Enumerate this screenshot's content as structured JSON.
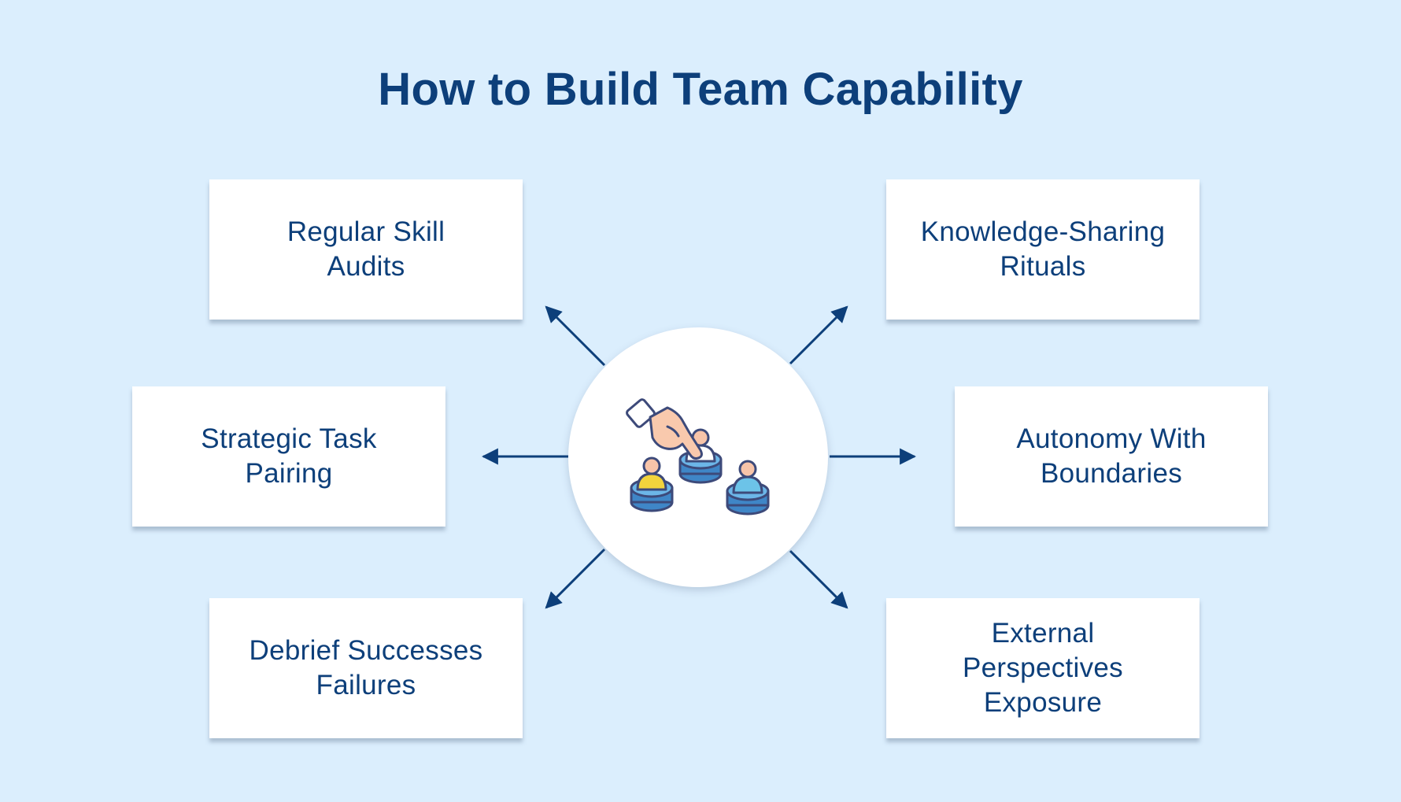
{
  "title": "How to Build Team Capability",
  "items": [
    {
      "id": "regular-skill-audits",
      "lines": [
        "Regular Skill",
        "Audits"
      ]
    },
    {
      "id": "knowledge-sharing-rituals",
      "lines": [
        "Knowledge-Sharing",
        "Rituals"
      ]
    },
    {
      "id": "strategic-task-pairing",
      "lines": [
        "Strategic Task",
        "Pairing"
      ]
    },
    {
      "id": "autonomy-with-boundaries",
      "lines": [
        "Autonomy With",
        "Boundaries"
      ]
    },
    {
      "id": "debrief-successes-failures",
      "lines": [
        "Debrief Successes",
        "Failures"
      ]
    },
    {
      "id": "external-perspectives-exposure",
      "lines": [
        "External",
        "Perspectives",
        "Exposure"
      ]
    }
  ],
  "center_icon": "team-selection-icon",
  "colors": {
    "background": "#dbeefd",
    "primary": "#0d3f7a",
    "card": "#ffffff"
  }
}
